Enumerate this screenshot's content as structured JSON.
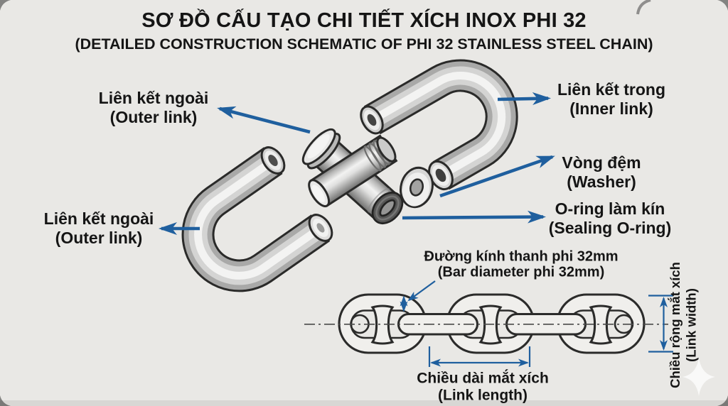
{
  "title": {
    "line1": "SƠ ĐỒ CẤU TẠO CHI TIẾT XÍCH INOX PHI 32",
    "line2": "(DETAILED CONSTRUCTION SCHEMATIC OF PHI 32 STAINLESS STEEL CHAIN)"
  },
  "labels": {
    "outer_link_top": {
      "vi": "Liên kết ngoài",
      "en": "(Outer link)"
    },
    "inner_link": {
      "vi": "Liên kết trong",
      "en": "(Inner link)"
    },
    "washer": {
      "vi": "Vòng đệm",
      "en": "(Washer)"
    },
    "sealing_oring": {
      "vi": "O-ring làm kín",
      "en": "(Sealing O-ring)"
    },
    "outer_link_bottom": {
      "vi": "Liên kết ngoài",
      "en": "(Outer link)"
    },
    "bar_diameter": {
      "vi": "Đường kính thanh phi 32mm",
      "en": "(Bar diameter phi 32mm)"
    },
    "link_length": {
      "vi": "Chiều dài mắt xích",
      "en": "(Link length)"
    },
    "link_width": {
      "vi": "Chiều rộng mắt xích",
      "en": "(Link width)"
    }
  },
  "colors": {
    "background": "#e9e8e5",
    "ink": "#151515",
    "arrow": "#1f5f9e",
    "line_art": "#2b2b2a"
  }
}
